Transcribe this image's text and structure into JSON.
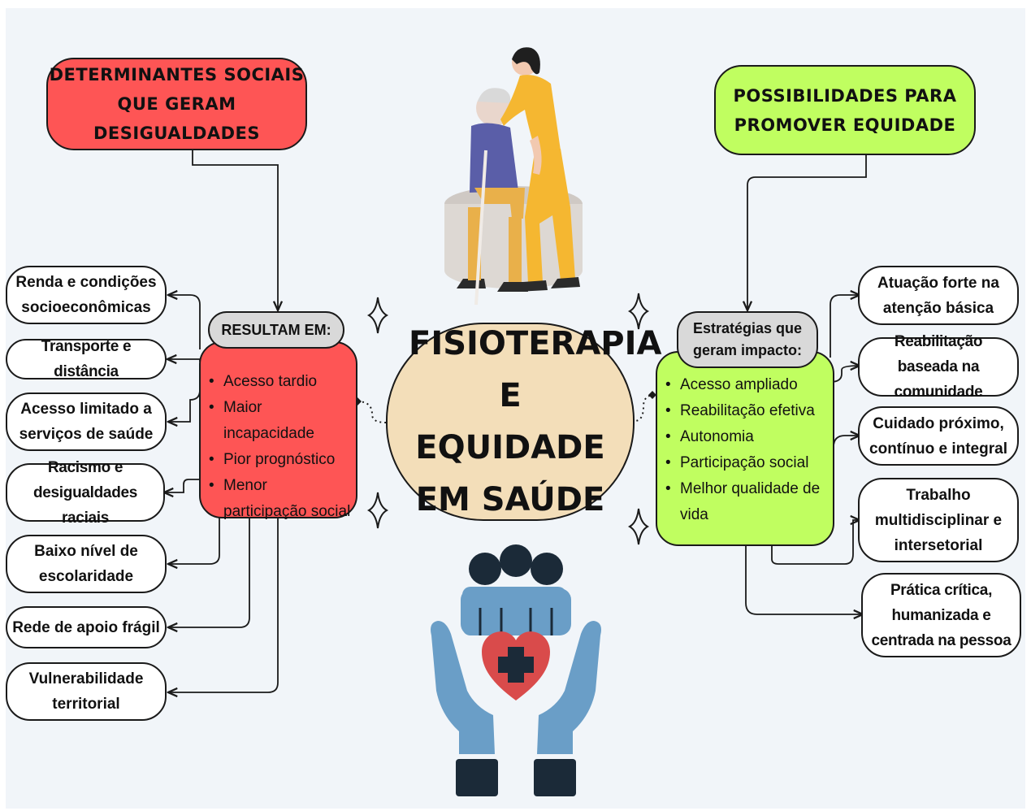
{
  "center": {
    "title": "FISIOTERAPIA E EQUIDADE EM SAÚDE"
  },
  "colors": {
    "red": "#fe5555",
    "green": "#c0fe60",
    "center": "#f3deb9",
    "pill": "#d9d9d9"
  },
  "left": {
    "heading": "DETERMINANTES SOCIAIS QUE GERAM DESIGUALDADES",
    "pill": "RESULTAM EM:",
    "bullets": [
      "Acesso tardio",
      "Maior incapacidade",
      "Pior prognóstico",
      "Menor participação social"
    ],
    "leaves": [
      "Renda e condições socioeconômicas",
      "Transporte e distância",
      "Acesso limitado a serviços de saúde",
      "Racismo e desigualdades raciais",
      "Baixo nível de escolaridade",
      "Rede de apoio frágil",
      "Vulnerabilidade territorial"
    ]
  },
  "right": {
    "heading": "POSSIBILIDADES PARA PROMOVER EQUIDADE",
    "pill": "Estratégias que geram impacto:",
    "bullets": [
      "Acesso ampliado",
      "Reabilitação efetiva",
      "Autonomia",
      "Participação social",
      "Melhor qualidade de vida"
    ],
    "leaves": [
      "Atuação forte na atenção básica",
      "Reabilitação baseada na comunidade",
      "Cuidado próximo, contínuo e integral",
      "Trabalho multidisciplinar e intersetorial",
      "Prática crítica, humanizada e centrada na pessoa"
    ]
  }
}
